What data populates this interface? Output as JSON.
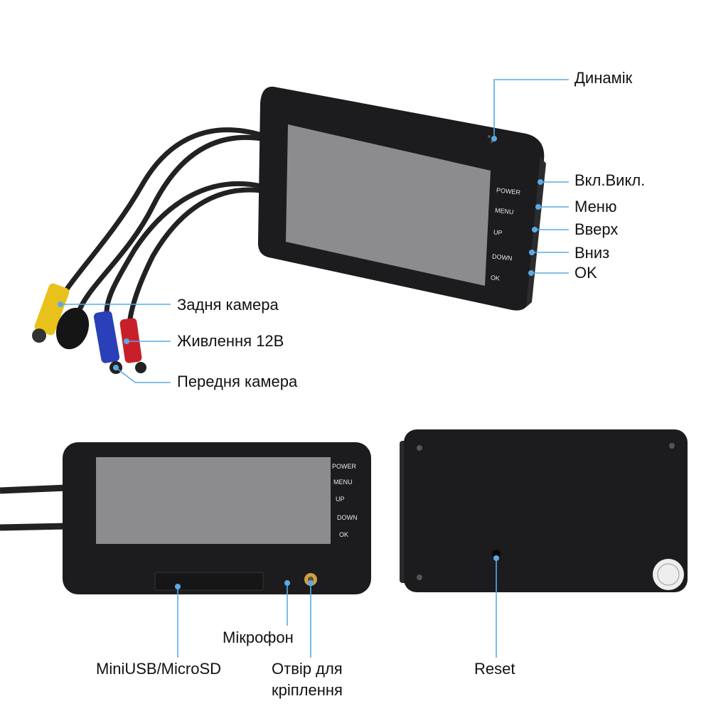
{
  "colors": {
    "callout": "#5aaae8",
    "device": "#1c1c1e",
    "screen": "#8c8c8e",
    "yellow": "#e8c21a",
    "blue": "#2a3fb8",
    "red": "#c8202a"
  },
  "callouts": {
    "speaker": "Динамік",
    "power": "Вкл.Викл.",
    "menu": "Меню",
    "up": "Вверх",
    "down": "Вниз",
    "ok": "OK",
    "rear_camera": "Задня камера",
    "power_12v": "Живлення 12В",
    "front_camera": "Передня камера",
    "microphone": "Мікрофон",
    "usb_sd": "MiniUSB/MicroSD",
    "mount_line1": "Отвір для",
    "mount_line2": "кріплення",
    "reset": "Reset"
  },
  "device_buttons": [
    "POWER",
    "MENU",
    "UP",
    "DOWN",
    "OK"
  ]
}
